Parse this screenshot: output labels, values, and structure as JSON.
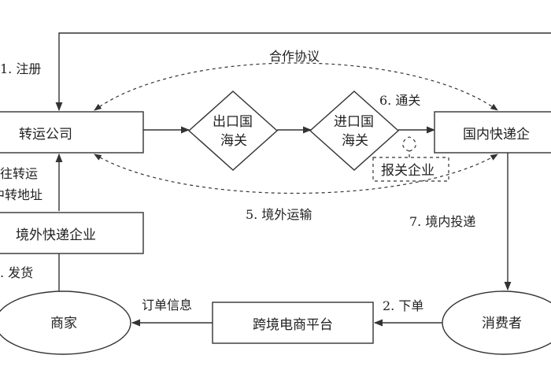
{
  "nodes": {
    "transfer_company": "转运公司",
    "export_customs_line1": "出口国",
    "export_customs_line2": "海关",
    "import_customs_line1": "进口国",
    "import_customs_line2": "海关",
    "domestic_express": "国内快递企",
    "customs_broker": "报关企业",
    "overseas_express": "境外快递企业",
    "merchant": "商家",
    "platform": "跨境电商平台",
    "consumer": "消费者"
  },
  "edges": {
    "register": "1. 注册",
    "cooperation": "合作协议",
    "clearance": "6. 通关",
    "ship_line1": "往转运",
    "ship_line2": "中转地址",
    "send_goods": ". 发货",
    "overseas_transport": "5. 境外运输",
    "domestic_delivery": "7. 境内投递",
    "order_info": "订单信息",
    "place_order": "2. 下单"
  }
}
